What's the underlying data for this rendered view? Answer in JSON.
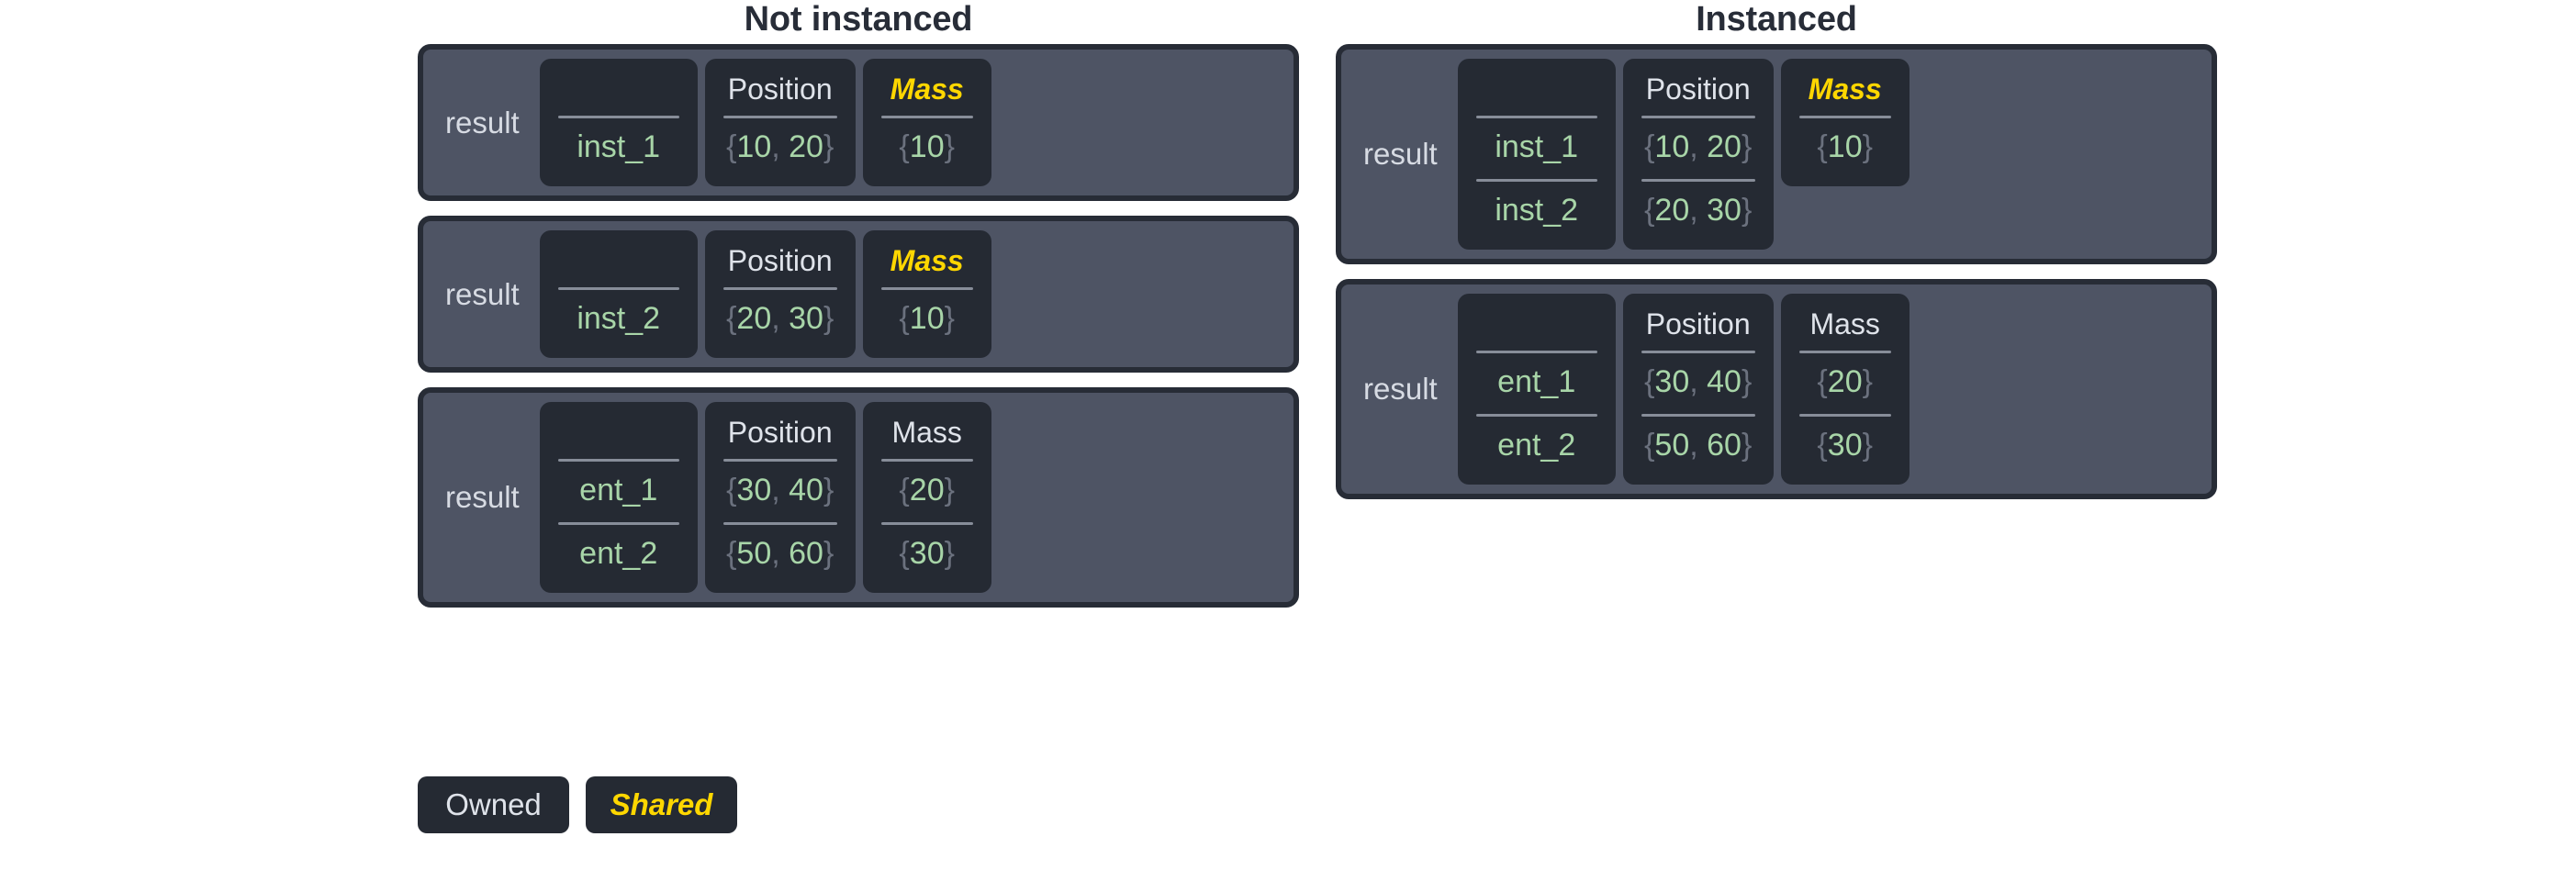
{
  "legend": {
    "owned_label": "Owned",
    "shared_label": "Shared"
  },
  "colors": {
    "page_background": "#ffffff",
    "title": "#282d38",
    "panel_background": "#4e5464",
    "panel_border": "#272c36",
    "column_background": "#252a33",
    "value_green": "#a8d5a8",
    "brace_gray": "#6b717e",
    "header_gray": "#dfe3ea",
    "shared_yellow": "#ffd700"
  },
  "columns": [
    {
      "title": "Not instanced",
      "panels": [
        {
          "result_label": "result",
          "name_header": "",
          "position_header": "Position",
          "mass_header": "Mass",
          "mass_shared": true,
          "mass_rows": 1,
          "rows": [
            {
              "name": "inst_1",
              "position": "{10, 20}",
              "mass": "{10}"
            }
          ]
        },
        {
          "result_label": "result",
          "name_header": "",
          "position_header": "Position",
          "mass_header": "Mass",
          "mass_shared": true,
          "mass_rows": 1,
          "rows": [
            {
              "name": "inst_2",
              "position": "{20, 30}",
              "mass": "{10}"
            }
          ]
        },
        {
          "result_label": "result",
          "name_header": "",
          "position_header": "Position",
          "mass_header": "Mass",
          "mass_shared": false,
          "mass_rows": 2,
          "rows": [
            {
              "name": "ent_1",
              "position": "{30, 40}",
              "mass": "{20}"
            },
            {
              "name": "ent_2",
              "position": "{50, 60}",
              "mass": "{30}"
            }
          ]
        }
      ]
    },
    {
      "title": "Instanced",
      "panels": [
        {
          "result_label": "result",
          "name_header": "",
          "position_header": "Position",
          "mass_header": "Mass",
          "mass_shared": true,
          "mass_rows": 1,
          "rows": [
            {
              "name": "inst_1",
              "position": "{10, 20}",
              "mass": "{10}"
            },
            {
              "name": "inst_2",
              "position": "{20, 30}",
              "mass": null
            }
          ]
        },
        {
          "result_label": "result",
          "name_header": "",
          "position_header": "Position",
          "mass_header": "Mass",
          "mass_shared": false,
          "mass_rows": 2,
          "rows": [
            {
              "name": "ent_1",
              "position": "{30, 40}",
              "mass": "{20}"
            },
            {
              "name": "ent_2",
              "position": "{50, 60}",
              "mass": "{30}"
            }
          ]
        }
      ]
    }
  ]
}
